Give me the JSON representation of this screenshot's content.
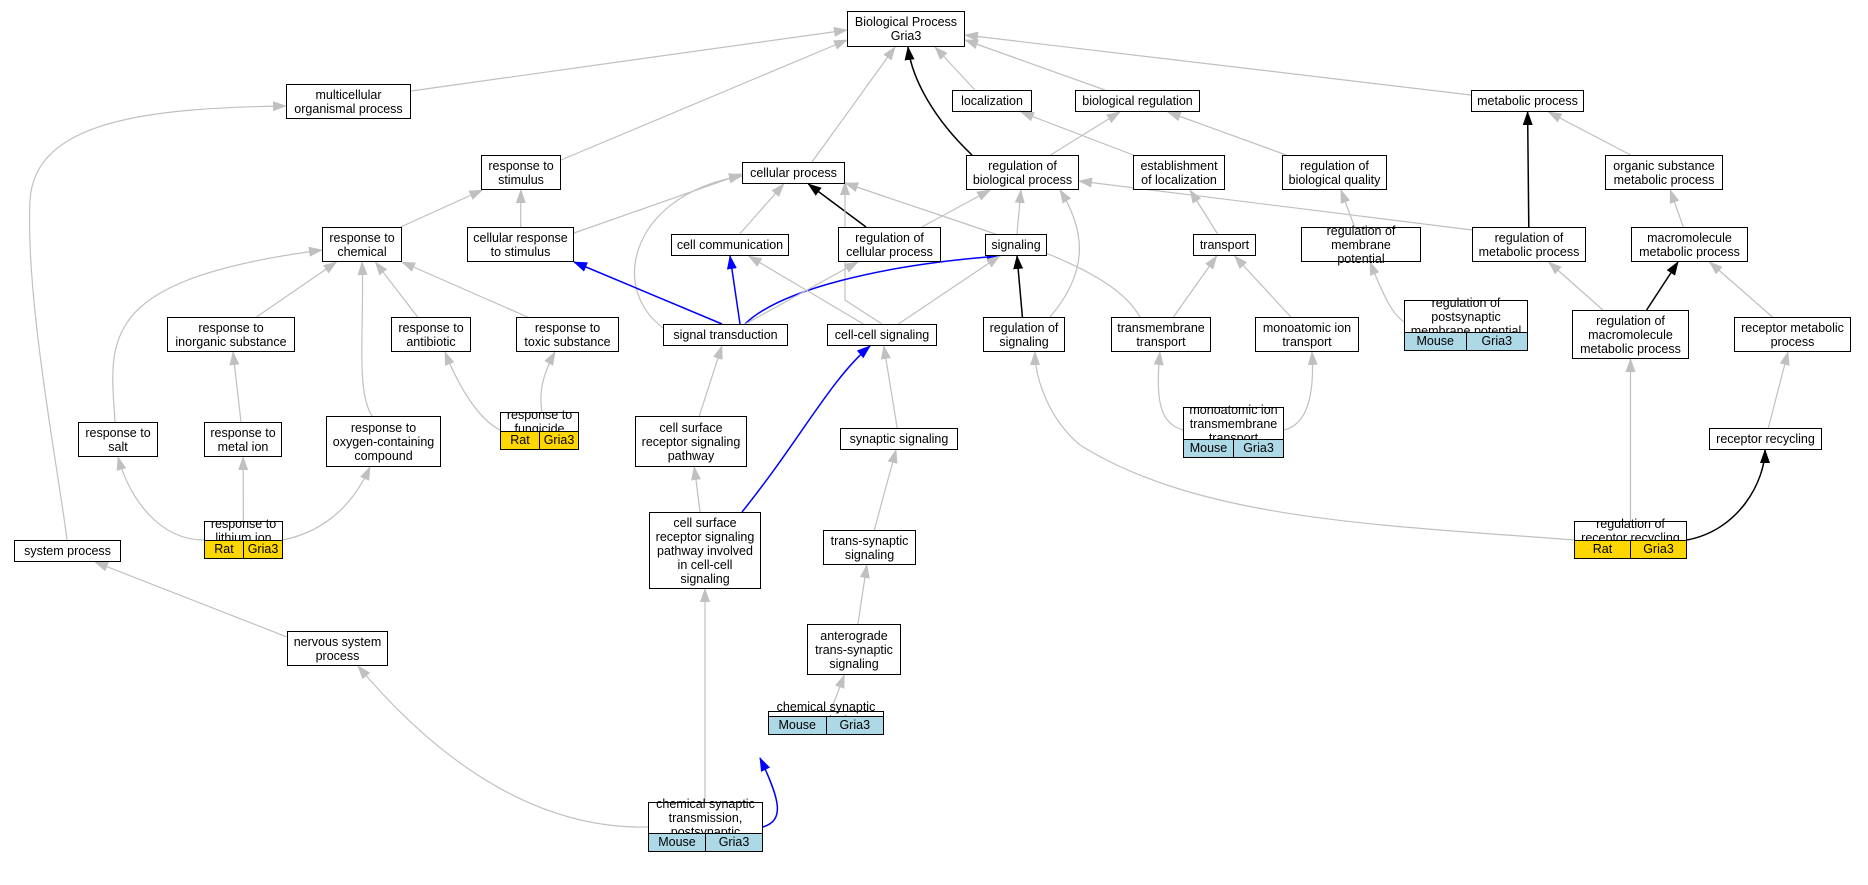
{
  "title": "Biological Process Gria3",
  "colors": {
    "gray_edge": "#c0c0c0",
    "black_edge": "#000000",
    "blue_edge": "#0000ff",
    "mouse": "#add8e6",
    "rat": "#ffd700"
  },
  "nodes": {
    "bp": "Biological Process\nGria3",
    "mop": "multicellular\norganismal process",
    "loc": "localization",
    "breg": "biological regulation",
    "metab": "metabolic process",
    "rstim": "response to\nstimulus",
    "cproc": "cellular process",
    "rbp": "regulation of\nbiological process",
    "estloc": "establishment\nof localization",
    "rbq": "regulation of\nbiological quality",
    "osmp": "organic substance\nmetabolic process",
    "rchem": "response to\nchemical",
    "crs": "cellular response\nto stimulus",
    "ccomm": "cell communication",
    "rcp": "regulation of\ncellular process",
    "sig": "signaling",
    "transport": "transport",
    "rmemp": "regulation of\nmembrane potential",
    "rmp": "regulation of\nmetabolic process",
    "mmp": "macromolecule\nmetabolic process",
    "ris": "response to\ninorganic substance",
    "rab": "response to\nantibiotic",
    "rts": "response to\ntoxic substance",
    "st": "signal transduction",
    "ccs": "cell-cell signaling",
    "rsig": "regulation of\nsignaling",
    "tmt": "transmembrane\ntransport",
    "mit": "monoatomic ion\ntransport",
    "rpmp": "regulation of\npostsynaptic\nmembrane potential",
    "rmmp": "regulation of\nmacromolecule\nmetabolic process",
    "rmeta": "receptor metabolic\nprocess",
    "rsalt": "response to\nsalt",
    "rmi": "response to\nmetal ion",
    "roc": "response to\noxygen-containing\ncompound",
    "rfung": "response to\nfungicide",
    "csrsp": "cell surface\nreceptor signaling\npathway",
    "ss": "synaptic signaling",
    "mitt": "monoatomic ion\ntransmembrane\ntransport",
    "rrec": "receptor recycling",
    "sysp": "system process",
    "rli": "response to\nlithium ion",
    "csrc": "cell surface\nreceptor signaling\npathway involved\nin cell-cell\nsignaling",
    "tss": "trans-synaptic\nsignaling",
    "rrr": "regulation of\nreceptor recycling",
    "nsp": "nervous system\nprocess",
    "ats": "anterograde\ntrans-synaptic\nsignaling",
    "cst": "chemical synaptic\ntransmission",
    "cstp": "chemical synaptic\ntransmission,\npostsynaptic"
  },
  "annotations": {
    "rpmp": [
      "Mouse",
      "Gria3"
    ],
    "rfung": [
      "Rat",
      "Gria3"
    ],
    "mitt": [
      "Mouse",
      "Gria3"
    ],
    "rli": [
      "Rat",
      "Gria3"
    ],
    "rrr": [
      "Rat",
      "Gria3"
    ],
    "cst": [
      "Mouse",
      "Gria3"
    ],
    "cstp": [
      "Mouse",
      "Gria3"
    ]
  }
}
